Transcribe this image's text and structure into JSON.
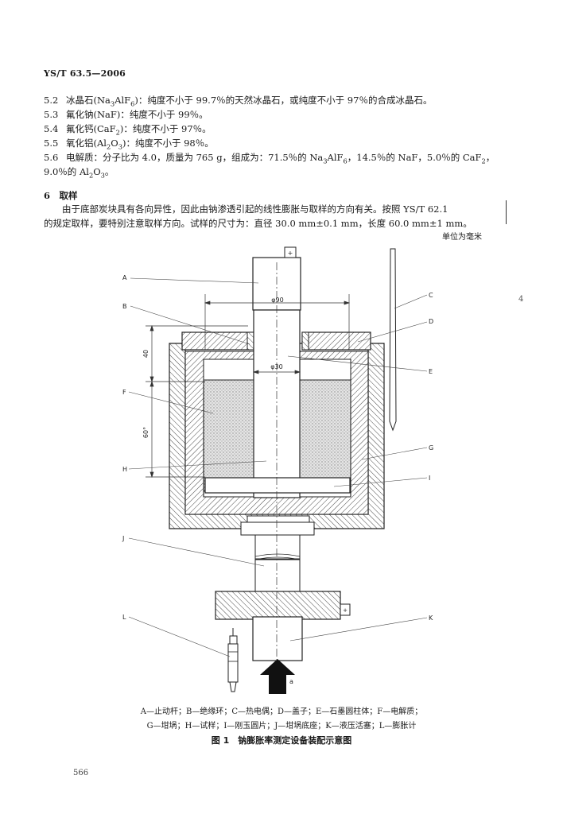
{
  "header": {
    "standard_code": "YS/T 63.5—2006"
  },
  "items": [
    {
      "num": "5.2",
      "pre": "冰晶石(Na",
      "s1": "3",
      "mid": "AlF",
      "s2": "6",
      "post": ")：纯度不小于 99.7％的天然冰晶石，或纯度不小于 97％的合成冰晶石。"
    },
    {
      "num": "5.3",
      "pre": "氟化钠(NaF)：纯度不小于 99％。"
    },
    {
      "num": "5.4",
      "pre": "氟化钙(CaF",
      "s1": "2",
      "mid": ")：纯度不小于 97％。"
    },
    {
      "num": "5.5",
      "pre": "氧化铝(Al",
      "s1": "2",
      "mid": "O",
      "s2": "3",
      "post": ")：纯度不小于 98％。"
    },
    {
      "num": "5.6",
      "pre": "电解质：分子比为 4.0，质量为 765 g，组成为：71.5％的 Na",
      "s1": "3",
      "mid": "AlF",
      "s2": "6",
      "post": "，14.5％的 NaF，5.0％的 CaF",
      "s3": "2",
      "tail": "，"
    }
  ],
  "item_continuation": {
    "pre": "9.0％的 Al",
    "s1": "2",
    "mid": "O",
    "s2": "3",
    "post": "。"
  },
  "section": {
    "title": "6　取样"
  },
  "paragraph": {
    "line1": "由于底部炭块具有各向异性，因此由钠渗透引起的线性膨胀与取样的方向有关。按照 YS/T 62.1",
    "line2": "的规定取样，要特别注意取样方向。试样的尺寸为：直径 30.0 mm±0.1 mm，长度 60.0 mm±1 mm。"
  },
  "unit_note": "单位为毫米",
  "figure": {
    "labels": {
      "A": "A",
      "B": "B",
      "C": "C",
      "D": "D",
      "E": "E",
      "F": "F",
      "G": "G",
      "H": "H",
      "I": "I",
      "J": "J",
      "K": "K",
      "L": "L",
      "a": "a"
    },
    "dimensions": {
      "phi90": "φ90",
      "phi30": "φ30",
      "d40": "40",
      "d60": "60°"
    },
    "legend_line1": "A—止动杆；B—绝缘环；C—热电偶；D—盖子；E—石墨圆柱体；F—电解质；",
    "legend_line2": "G—坩埚；H—试样；I—刚玉圆片；J—坩埚底座；K—液压活塞；L—膨胀计",
    "caption": "图 1　钠膨胀率测定设备装配示意图"
  },
  "page_number": "566",
  "edge_mark": "4"
}
